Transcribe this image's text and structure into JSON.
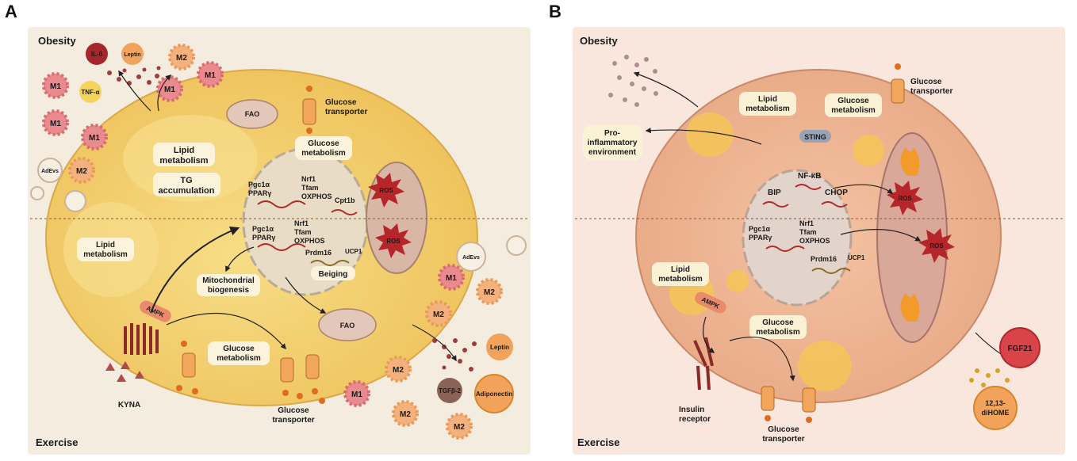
{
  "panel_a": {
    "letter": "A",
    "obesity": "Obesity",
    "exercise": "Exercise",
    "labels": {
      "il6": "IL-6",
      "leptin_top": "Leptin",
      "tnf": "TNF-α",
      "m1": "M1",
      "m2": "M2",
      "adevs": "AdEvs",
      "fao": "FAO",
      "glucose_transporter_1": "Glucose",
      "glucose_transporter_2": "transporter",
      "glucose_metabolism_1": "Glucose",
      "glucose_metabolism_2": "metabolism",
      "lipid_metabolism_1": "Lipid",
      "lipid_metabolism_2": "metabolism",
      "tg_1": "TG",
      "tg_2": "accumulation",
      "pgc1a": "Pgc1α",
      "ppary": "PPARγ",
      "nrf1": "Nrf1",
      "tfam": "Tfam",
      "oxphos": "OXPHOS",
      "cpt1b": "Cpt1b",
      "ros": "ROS",
      "prdm16": "Prdm16",
      "ucp1": "UCP1",
      "beiging": "Beiging",
      "mito_1": "Mitochondrial",
      "mito_2": "biogenesis",
      "ampk": "AMPK",
      "kyna": "KYNA",
      "tgfb2": "TGFβ-2",
      "leptin_bottom": "Leptin",
      "adiponectin": "Adiponectin"
    }
  },
  "panel_b": {
    "letter": "B",
    "obesity": "Obesity",
    "exercise": "Exercise",
    "labels": {
      "lipid_1": "Lipid",
      "lipid_2": "metabolism",
      "glucose_1": "Glucose",
      "glucose_2": "metabolism",
      "gt_1": "Glucose",
      "gt_2": "transporter",
      "pro_1": "Pro-",
      "pro_2": "inflammatory",
      "pro_3": "environment",
      "sting": "STING",
      "nfkb": "NF-κB",
      "bip": "BIP",
      "chop": "CHOP",
      "ros": "ROS",
      "pgc1a": "Pgc1α",
      "ppary": "PPARγ",
      "nrf1": "Nrf1",
      "tfam": "Tfam",
      "oxphos": "OXPHOS",
      "prdm16": "Prdm16",
      "ucp1": "UCP1",
      "ampk": "AMPK",
      "insulin_1": "Insulin",
      "insulin_2": "receptor",
      "fgf21": "FGF21",
      "dihome_1": "12,13-",
      "dihome_2": "diHOME"
    }
  },
  "colors": {
    "panel_a_bg": "#f3ecdf",
    "panel_b_bg": "#f9e6dd",
    "cell_a": "#f0cf6a",
    "cell_b": "#ecb393",
    "m1_fill": "#e98a8e",
    "m2_fill": "#f3b27d",
    "arrow_brown": "#7a4a1f",
    "ros_red": "#b5252a"
  }
}
